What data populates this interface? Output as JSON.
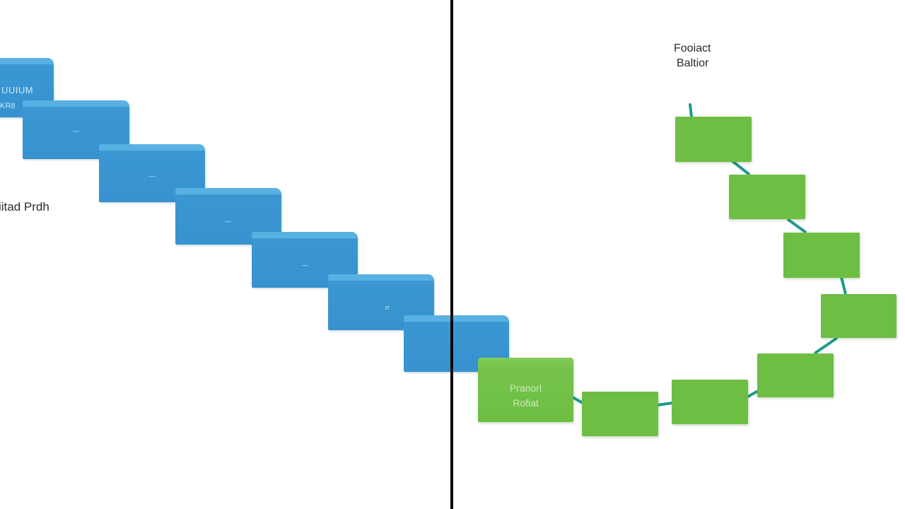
{
  "left_panel": {
    "label": "iitad Prdh",
    "steps": [
      {
        "line1": "UUIUM",
        "line2": "KR8"
      },
      {
        "mark": "—"
      },
      {
        "mark": "—"
      },
      {
        "mark": "—"
      },
      {
        "mark": "—"
      },
      {
        "mark": "rr"
      },
      {
        "mark": ""
      }
    ]
  },
  "right_panel": {
    "title_line1": "Fooiact",
    "title_line2": "Baltior",
    "first_box": {
      "line1": "Pranorl",
      "line2": "Rofiat"
    },
    "colors": {
      "box": "#6dbe43",
      "link": "#1f9a8a"
    }
  },
  "colors": {
    "blue_step": "#3792cf",
    "divider": "#0a0a0a"
  }
}
